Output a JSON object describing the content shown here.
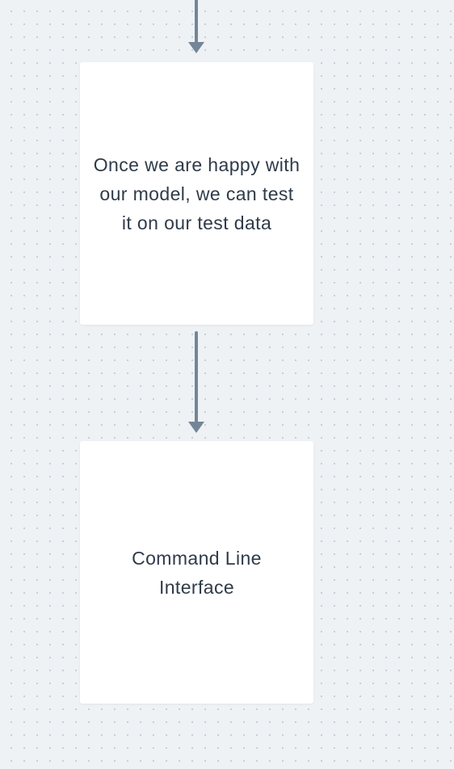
{
  "diagram": {
    "nodes": [
      {
        "id": "test-step",
        "label": "Once we are happy with our model, we can test it on our test data"
      },
      {
        "id": "cli",
        "label": "Command Line Interface"
      }
    ],
    "edges": [
      {
        "from": "previous-step",
        "to": "test-step"
      },
      {
        "from": "test-step",
        "to": "cli"
      }
    ]
  },
  "colors": {
    "background": "#eef2f5",
    "dot": "#c3ccd5",
    "card": "#ffffff",
    "text": "#2f3b49",
    "connector": "#748696"
  }
}
